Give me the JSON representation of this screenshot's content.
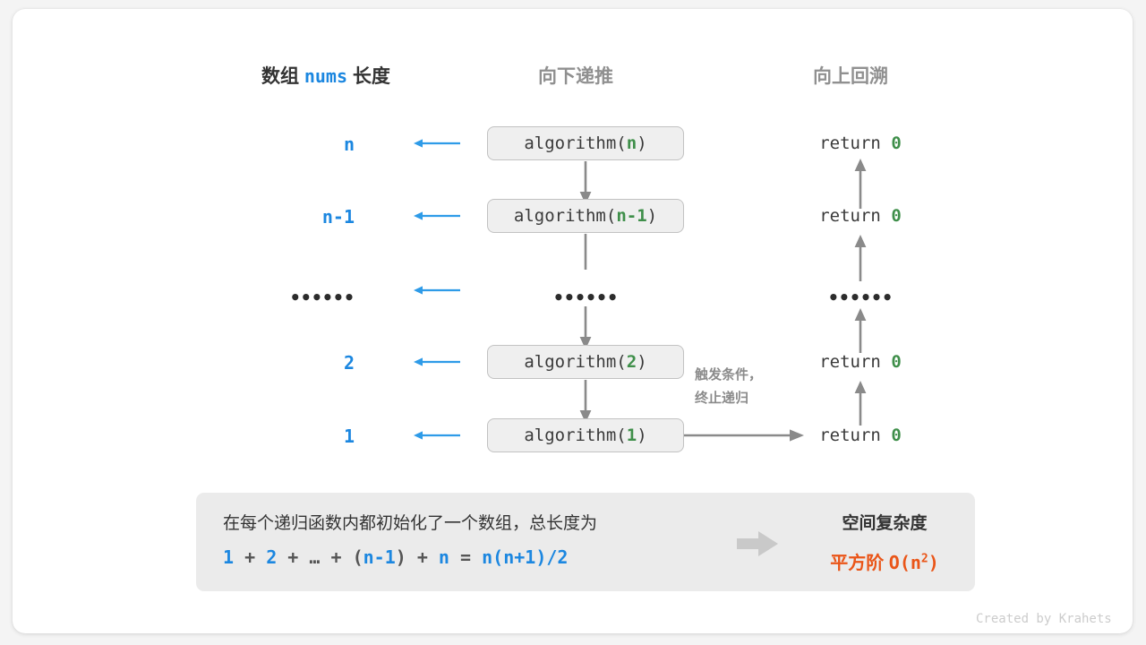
{
  "headers": {
    "left_prefix": "数组",
    "left_mono": "nums",
    "left_suffix": "长度",
    "middle": "向下递推",
    "right": "向上回溯"
  },
  "rows": [
    {
      "length": "n",
      "call_name": "algorithm",
      "call_arg": "n",
      "return_text": "return",
      "return_value": "0"
    },
    {
      "length": "n-1",
      "call_name": "algorithm",
      "call_arg": "n-1",
      "return_text": "return",
      "return_value": "0"
    },
    {
      "length": "••••••",
      "call_name": "••••••",
      "call_arg": "",
      "return_text": "••••••",
      "return_value": ""
    },
    {
      "length": "2",
      "call_name": "algorithm",
      "call_arg": "2",
      "return_text": "return",
      "return_value": "0"
    },
    {
      "length": "1",
      "call_name": "algorithm",
      "call_arg": "1",
      "return_text": "return",
      "return_value": "0"
    }
  ],
  "base_case_note": {
    "line1": "触发条件，",
    "line2": "终止递归"
  },
  "summary": {
    "description": "在每个递归函数内都初始化了一个数组，总长度为",
    "formula_parts": [
      {
        "text": "1",
        "kind": "value"
      },
      {
        "text": "+",
        "kind": "op"
      },
      {
        "text": "2",
        "kind": "value"
      },
      {
        "text": "+",
        "kind": "op"
      },
      {
        "text": "…",
        "kind": "op"
      },
      {
        "text": "+",
        "kind": "op"
      },
      {
        "text": "(",
        "kind": "op"
      },
      {
        "text": "n-1",
        "kind": "value"
      },
      {
        "text": ")",
        "kind": "op"
      },
      {
        "text": "+",
        "kind": "op"
      },
      {
        "text": "n",
        "kind": "value"
      },
      {
        "text": "=",
        "kind": "op"
      },
      {
        "text": "n(n+1)/2",
        "kind": "value"
      }
    ],
    "result_title": "空间复杂度",
    "result_order_cn": "平方阶",
    "result_order_big_o": "O(n",
    "result_order_exp": "2",
    "result_order_close": ")"
  },
  "credit": "Created by Krahets",
  "colors": {
    "blue": "#1c87e0",
    "green": "#3f8f4a",
    "gray_arrow": "#8a8a8a",
    "orange": "#ea5518",
    "box_fill": "#efefef",
    "summary_fill": "#ebebeb"
  }
}
